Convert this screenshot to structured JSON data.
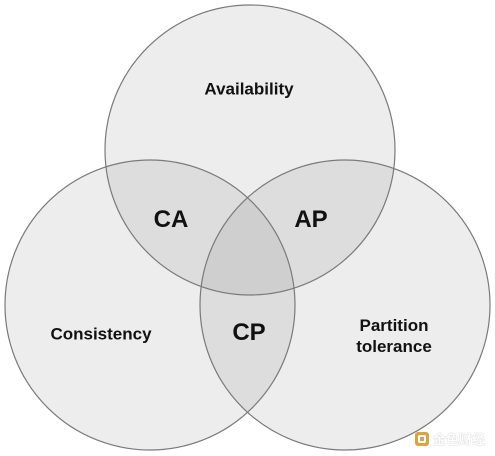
{
  "diagram": {
    "type": "venn",
    "sets": [
      {
        "id": "availability",
        "label": "Availability"
      },
      {
        "id": "consistency",
        "label": "Consistency"
      },
      {
        "id": "partition",
        "label_lines": [
          "Partition",
          "tolerance"
        ]
      }
    ],
    "intersections": [
      {
        "id": "ca",
        "label": "CA",
        "sets": [
          "consistency",
          "availability"
        ]
      },
      {
        "id": "ap",
        "label": "AP",
        "sets": [
          "availability",
          "partition"
        ]
      },
      {
        "id": "cp",
        "label": "CP",
        "sets": [
          "consistency",
          "partition"
        ]
      }
    ],
    "colors": {
      "circle_fill": "#808080",
      "circle_stroke": "#7a7a7a",
      "text": "#111111"
    }
  },
  "watermark": {
    "text": "金色财经"
  }
}
